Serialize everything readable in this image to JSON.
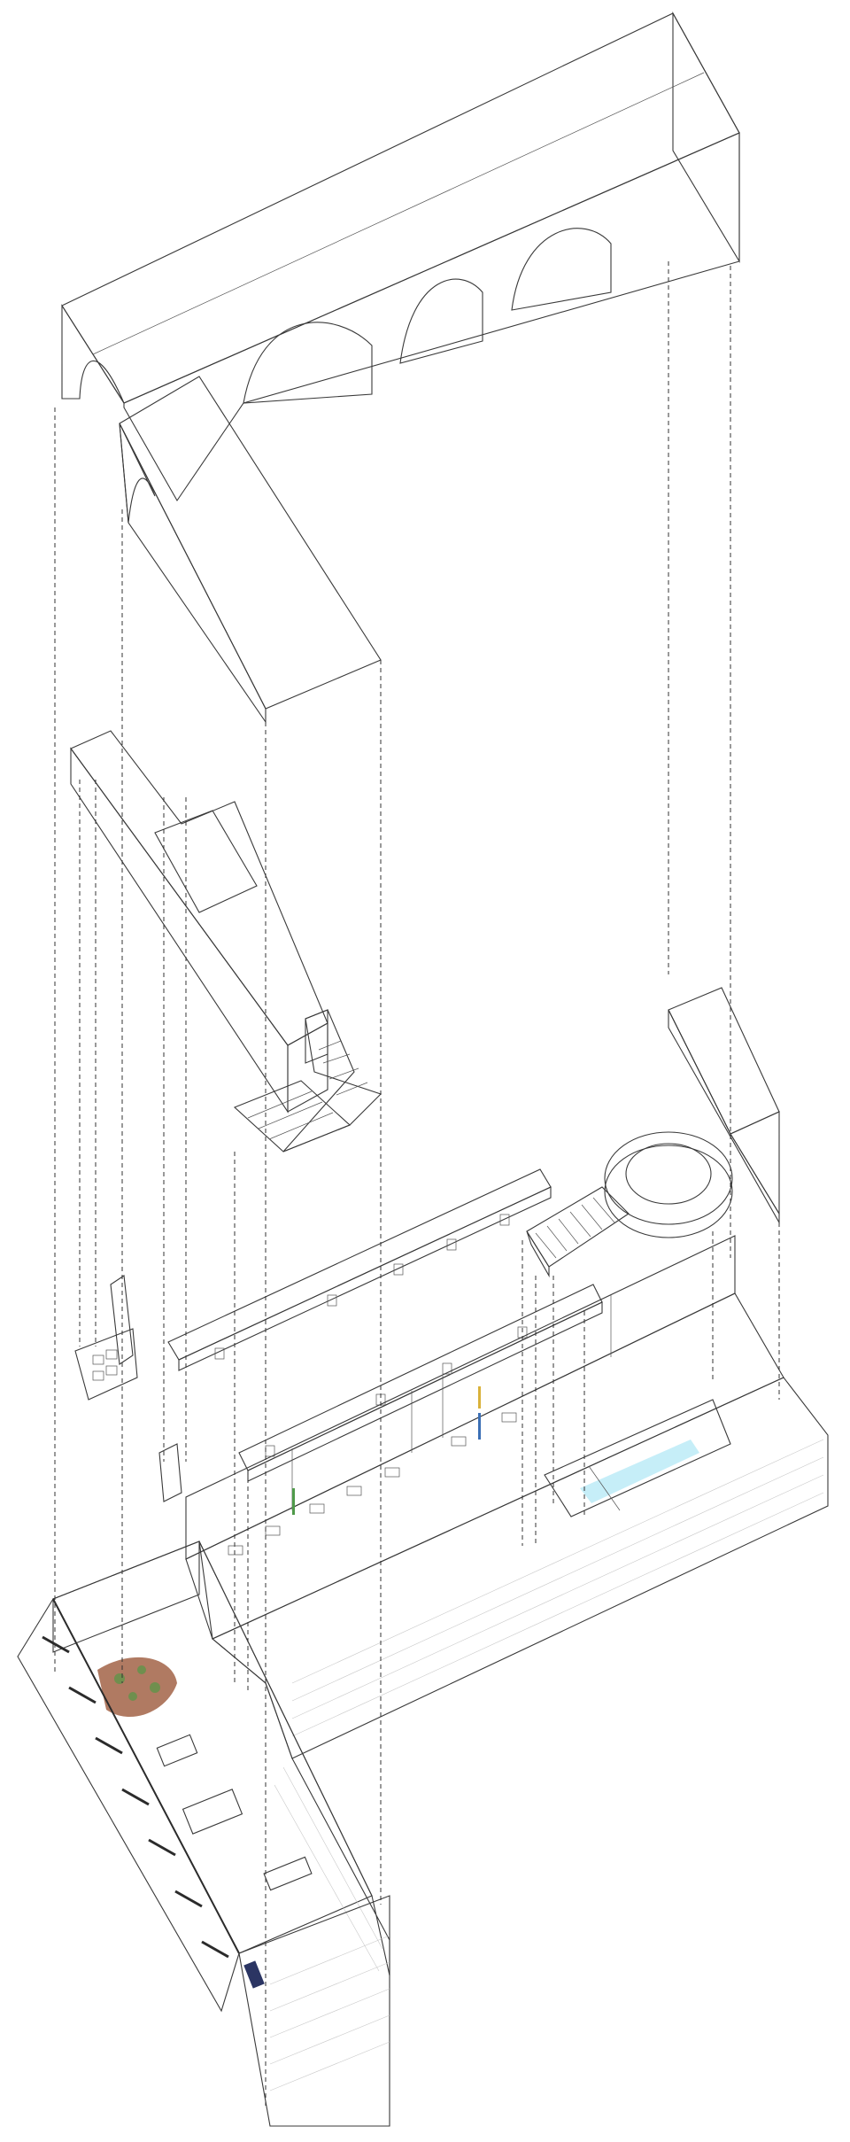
{
  "diagram": {
    "type": "exploded-axonometric",
    "labels": [],
    "colors": {
      "background": "#ffffff",
      "line": "#3a3a3a",
      "roof_light": "#f7f7f7",
      "roof_side": "#e3e3e3",
      "wall_light": "#f2f2f2",
      "wall_mid": "#dcdcdc",
      "wall_dark": "#c4c4c4",
      "wood": "#dcc3a0",
      "wood_dark": "#c7a780",
      "pool": "#8fd6ea",
      "pool_light": "#c6eef8",
      "glass": "#bfe4f4",
      "mullion": "#2b2b2b",
      "garden": "#b07a62",
      "plant": "#6f8f4e",
      "accent_green": "#4f9a4a",
      "accent_blue": "#3b6fb5",
      "accent_yellow": "#d9b23a",
      "navy": "#2b3563"
    },
    "components": [
      {
        "name": "vaulted-roof-long-wing",
        "material": "roof_light"
      },
      {
        "name": "vaulted-roof-short-wing",
        "material": "roof_light"
      },
      {
        "name": "upper-corridor-volume",
        "material": "wall_light"
      },
      {
        "name": "timber-staircase-upper",
        "material": "wood"
      },
      {
        "name": "detached-wall-block",
        "material": "wall_light"
      },
      {
        "name": "circular-platform",
        "material": "wood"
      },
      {
        "name": "spiral-stair",
        "material": "wall_light"
      },
      {
        "name": "timber-beam-upper",
        "material": "wood"
      },
      {
        "name": "timber-beam-lower",
        "material": "wood"
      },
      {
        "name": "small-shelving-unit",
        "material": "wall_light"
      },
      {
        "name": "ground-floor-plan",
        "material": "wall_mid"
      },
      {
        "name": "pool",
        "material": "pool"
      },
      {
        "name": "garden-courtyard",
        "material": "garden"
      },
      {
        "name": "glazed-facade",
        "material": "glass"
      }
    ]
  }
}
